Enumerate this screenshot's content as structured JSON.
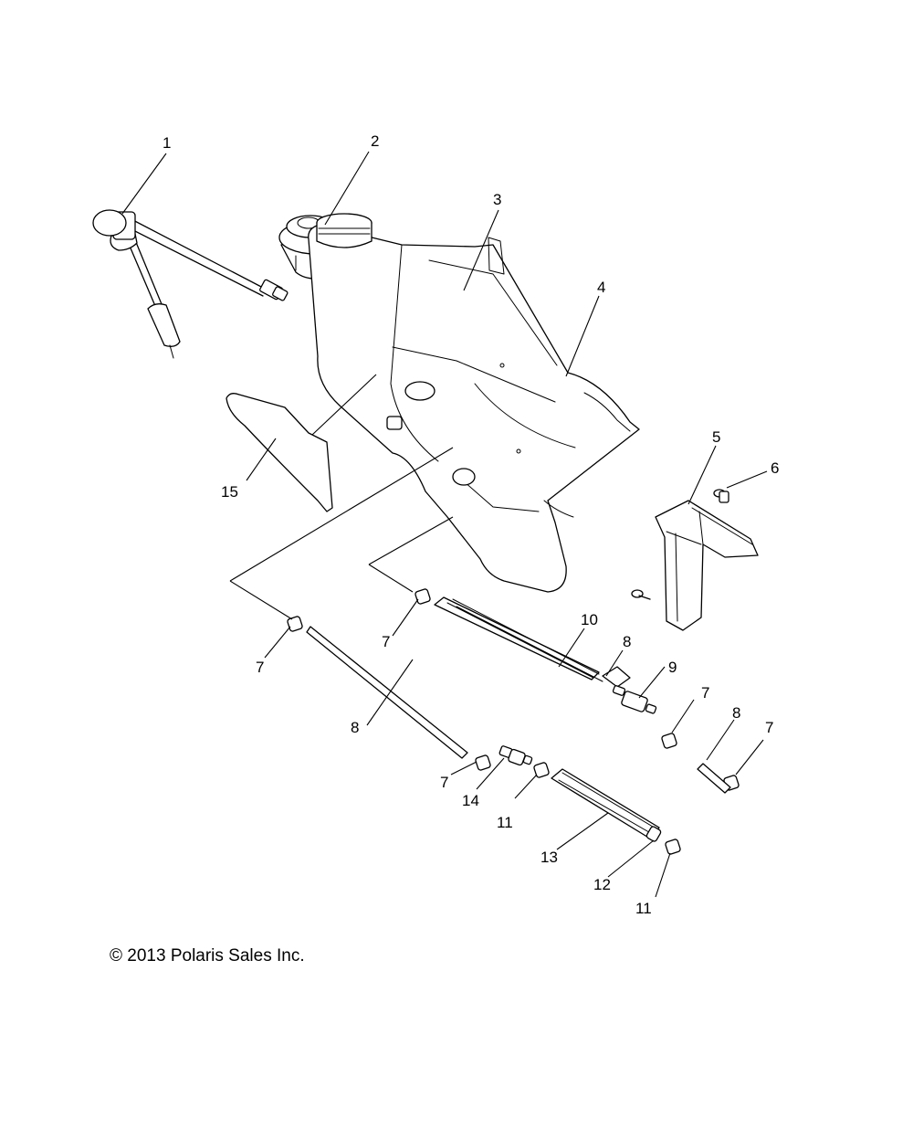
{
  "callouts": {
    "c1": "1",
    "c2": "2",
    "c3": "3",
    "c4": "4",
    "c5": "5",
    "c6": "6",
    "c7a": "7",
    "c7b": "7",
    "c7c": "7",
    "c7d": "7",
    "c7e": "7",
    "c8a": "8",
    "c8b": "8",
    "c8c": "8",
    "c9": "9",
    "c10": "10",
    "c11a": "11",
    "c11b": "11",
    "c12": "12",
    "c13": "13",
    "c14": "14",
    "c15": "15"
  },
  "copyright": "© 2013 Polaris Sales Inc."
}
